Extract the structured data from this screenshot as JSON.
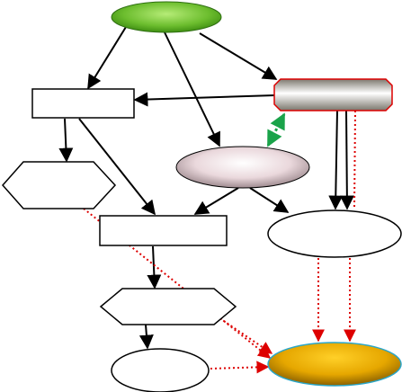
{
  "diagram": {
    "nodes": [
      {
        "id": "top-ellipse",
        "shape": "ellipse",
        "fill": "green-gradient",
        "label": ""
      },
      {
        "id": "box-left",
        "shape": "rectangle",
        "fill": "#ffffff",
        "label": ""
      },
      {
        "id": "tab-right",
        "shape": "snipped-rectangle",
        "fill": "gray-gradient",
        "label": ""
      },
      {
        "id": "hex-left",
        "shape": "hexagon",
        "fill": "#ffffff",
        "label": ""
      },
      {
        "id": "ellipse-pink",
        "shape": "ellipse",
        "fill": "pink-gradient",
        "label": ""
      },
      {
        "id": "box-center",
        "shape": "rectangle",
        "fill": "#ffffff",
        "label": ""
      },
      {
        "id": "ellipse-right",
        "shape": "ellipse",
        "fill": "#ffffff",
        "label": ""
      },
      {
        "id": "hex-center",
        "shape": "hexagon",
        "fill": "#ffffff",
        "label": ""
      },
      {
        "id": "ellipse-bottom",
        "shape": "ellipse",
        "fill": "#ffffff",
        "label": ""
      },
      {
        "id": "ellipse-gold",
        "shape": "ellipse",
        "fill": "gold-gradient",
        "label": ""
      }
    ],
    "edges": [
      {
        "from": "top-ellipse",
        "to": "box-left",
        "style": "solid"
      },
      {
        "from": "top-ellipse",
        "to": "ellipse-pink",
        "style": "solid"
      },
      {
        "from": "top-ellipse",
        "to": "tab-right",
        "style": "solid"
      },
      {
        "from": "tab-right",
        "to": "box-left",
        "style": "solid"
      },
      {
        "from": "box-left",
        "to": "hex-left",
        "style": "solid"
      },
      {
        "from": "box-left",
        "to": "box-center",
        "style": "solid"
      },
      {
        "from": "ellipse-pink",
        "to": "box-center",
        "style": "solid"
      },
      {
        "from": "ellipse-pink",
        "to": "ellipse-right",
        "style": "solid"
      },
      {
        "from": "tab-right",
        "to": "ellipse-right",
        "style": "solid"
      },
      {
        "from": "tab-right",
        "to": "ellipse-right",
        "style": "solid"
      },
      {
        "from": "tab-right",
        "to": "ellipse-pink",
        "style": "dotted-double"
      },
      {
        "from": "box-center",
        "to": "hex-center",
        "style": "solid"
      },
      {
        "from": "hex-center",
        "to": "ellipse-bottom",
        "style": "solid"
      },
      {
        "from": "tab-right",
        "to": "ellipse-right",
        "style": "dotted"
      },
      {
        "from": "hex-left",
        "to": "ellipse-gold",
        "style": "dotted"
      },
      {
        "from": "hex-center",
        "to": "ellipse-gold",
        "style": "dotted"
      },
      {
        "from": "ellipse-bottom",
        "to": "ellipse-gold",
        "style": "dotted"
      },
      {
        "from": "ellipse-right",
        "to": "ellipse-gold",
        "style": "dotted"
      },
      {
        "from": "ellipse-right",
        "to": "ellipse-gold",
        "style": "dotted"
      }
    ],
    "colors": {
      "solid_edge": "#000000",
      "dotted_edge": "#dd0000",
      "double_dotted_edge": "#1aa34a",
      "node_stroke": "#000000",
      "gold_stroke": "#2aa6c9",
      "tab_stroke": "#dd0000"
    }
  }
}
